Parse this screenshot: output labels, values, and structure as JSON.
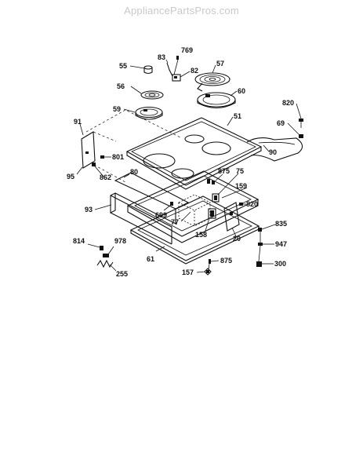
{
  "site": {
    "watermark": "AppliancePartsPros.com"
  },
  "callouts": {
    "p55": "55",
    "p83": "83",
    "p769": "769",
    "p82": "82",
    "p57": "57",
    "p56": "56",
    "p60": "60",
    "p59": "59",
    "p820a": "820",
    "p91": "91",
    "p51": "51",
    "p69": "69",
    "p90": "90",
    "p801": "801",
    "p95": "95",
    "p862": "862",
    "p80": "80",
    "p875a": "875",
    "p75": "75",
    "p159": "159",
    "p93": "93",
    "p699": "699",
    "p820b": "820",
    "p77": "77",
    "p158": "158",
    "p20": "20",
    "p835": "835",
    "p814": "814",
    "p978": "978",
    "p61": "61",
    "p947": "947",
    "p875b": "875",
    "p255": "255",
    "p300": "300",
    "p157": "157"
  },
  "colors": {
    "ink": "#111111",
    "watermark": "#c9c9c9",
    "background": "#ffffff"
  }
}
